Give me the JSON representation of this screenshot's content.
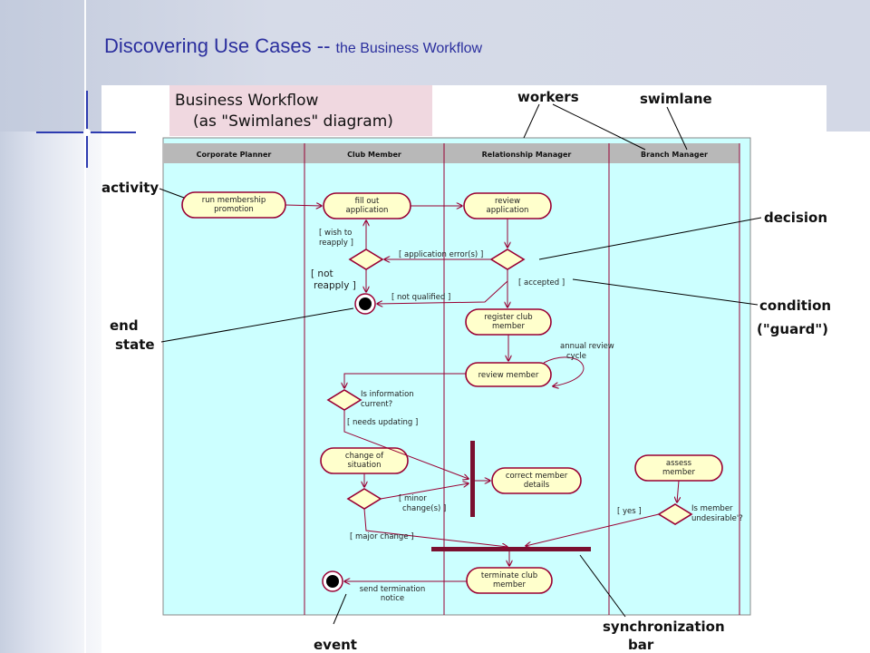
{
  "slide": {
    "title_main": "Discovering Use Cases --",
    "title_rest": "the Business Workflow"
  },
  "box": {
    "line1": "Business Workflow",
    "line2": "(as \"Swimlanes\" diagram)"
  },
  "lanes": [
    "Corporate Planner",
    "Club Member",
    "Relationship Manager",
    "Branch Manager"
  ],
  "activities": {
    "run_promo": [
      "run membership",
      "promotion"
    ],
    "fill_app": [
      "fill out",
      "application"
    ],
    "review_app": [
      "review",
      "application"
    ],
    "register": [
      "register club",
      "member"
    ],
    "review_member": [
      "review member"
    ],
    "change_situation": [
      "change of",
      "situation"
    ],
    "correct_details": [
      "correct member",
      "details"
    ],
    "assess_member": [
      "assess",
      "member"
    ],
    "terminate": [
      "terminate club",
      "member"
    ],
    "send_notice": [
      "send termination",
      "notice"
    ]
  },
  "guards": {
    "wish": [
      "[ wish to",
      "reapply ]"
    ],
    "not_reapply": [
      "[ not",
      "reapply ]"
    ],
    "app_error": "[ application error(s) ]",
    "not_qualified": "[ not qualified ]",
    "accepted": "[ accepted ]",
    "needs_updating": "[ needs updating ]",
    "minor": [
      "[ minor",
      "change(s) ]"
    ],
    "major": "[ major change ]",
    "yes": "[ yes ]"
  },
  "notes": {
    "annual": [
      "annual review",
      "cycle"
    ],
    "info_current": [
      "Is information",
      "current?"
    ],
    "undesirable": [
      "Is member",
      "undesirable'?"
    ]
  },
  "callouts": {
    "workers": "workers",
    "swimlane": "swimlane",
    "activity": "activity",
    "decision": "decision",
    "condition": "condition",
    "guard": "(\"guard\")",
    "end": "end",
    "state": "state",
    "event": "event",
    "sync1": "synchronization",
    "sync2": "bar"
  },
  "colors": {
    "lane_bg": "#ccffff",
    "node_fill": "#ffffcc",
    "node_stroke": "#990033",
    "title_blue": "#2b2f9e",
    "box_pink": "#f0d8e0"
  }
}
